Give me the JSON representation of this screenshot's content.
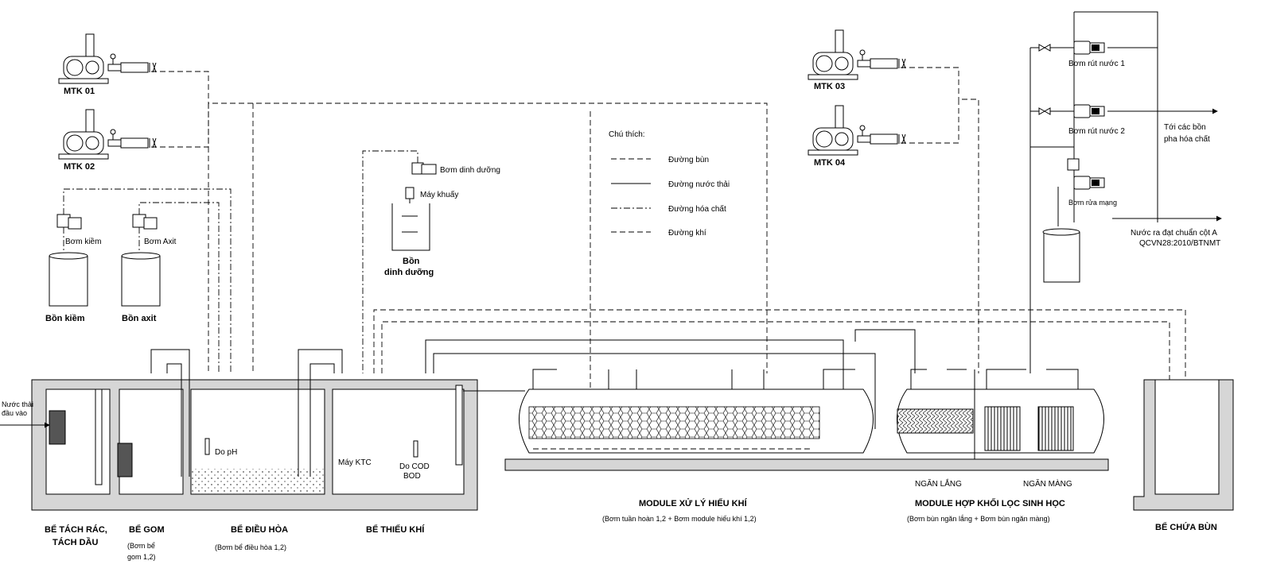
{
  "blowers": [
    {
      "label": "MTK 01"
    },
    {
      "label": "MTK 02"
    },
    {
      "label": "MTK 03"
    },
    {
      "label": "MTK 04"
    }
  ],
  "chemicals": {
    "pump_alkali": "Bơm kiềm",
    "pump_acid": "Bơm Axit",
    "tank_alkali": "Bồn kiềm",
    "tank_acid": "Bồn axit",
    "pump_nutrient": "Bơm dinh dưỡng",
    "mixer": "Máy khuấy",
    "tank_nutrient_1": "Bồn",
    "tank_nutrient_2": "dinh dưỡng"
  },
  "legend": {
    "title": "Chú thích:",
    "items": [
      {
        "label": "Đường bùn",
        "style": "dash"
      },
      {
        "label": "Đường nước thải",
        "style": "solid"
      },
      {
        "label": "Đường hóa chất",
        "style": "dashdot"
      },
      {
        "label": "Đường khí",
        "style": "dash"
      }
    ]
  },
  "pumps_right": {
    "pump1": "Bơm rút nước 1",
    "pump2": "Bơm rút nước 2",
    "pump_wash": "Bơm rửa mạng",
    "to_chem_1": "Tới các bồn",
    "to_chem_2": "pha hóa chất",
    "out_1": "Nước ra đạt chuẩn cột A",
    "out_2": "QCVN28:2010/BTNMT"
  },
  "inlet": {
    "line1": "Nước thải",
    "line2": "đầu vào"
  },
  "instruments": {
    "ph": "Do pH",
    "ktc": "Máy KTC",
    "cod_1": "Do COD",
    "cod_2": "BOD"
  },
  "sections": {
    "ngan_lang": "NGĂN LẮNG",
    "ngan_mang": "NGĂN MÀNG",
    "tach_rac_1": "BỂ TÁCH RÁC,",
    "tach_rac_2": "TÁCH DẦU",
    "gom": "BỂ GOM",
    "gom_sub_1": "(Bơm bể",
    "gom_sub_2": "gom 1,2)",
    "dieu_hoa": "BỂ ĐIỀU HÒA",
    "dieu_hoa_sub": "(Bơm bể điều hòa 1,2)",
    "thieu_khi": "BỂ THIẾU KHÍ",
    "module_hieu_khi": "MODULE XỬ LÝ HIẾU KHÍ",
    "module_hieu_khi_sub": "(Bơm tuần hoàn 1,2 + Bơm module hiếu khí 1,2)",
    "module_loc": "MODULE HỢP KHỐI LỌC SINH HỌC",
    "module_loc_sub": "(Bơm bùn ngăn lắng + Bơm bùn ngăn màng)",
    "chua_bun": "BỂ CHỨA BÙN"
  }
}
